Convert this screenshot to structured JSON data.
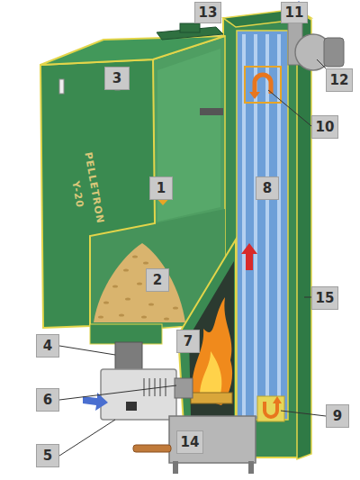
{
  "diagram": {
    "labels": [
      "3",
      "13",
      "11",
      "12",
      "1",
      "8",
      "10",
      "2",
      "15",
      "4",
      "7",
      "6",
      "9",
      "5",
      "14",
      "PELLETRON",
      "Y-20"
    ]
  }
}
